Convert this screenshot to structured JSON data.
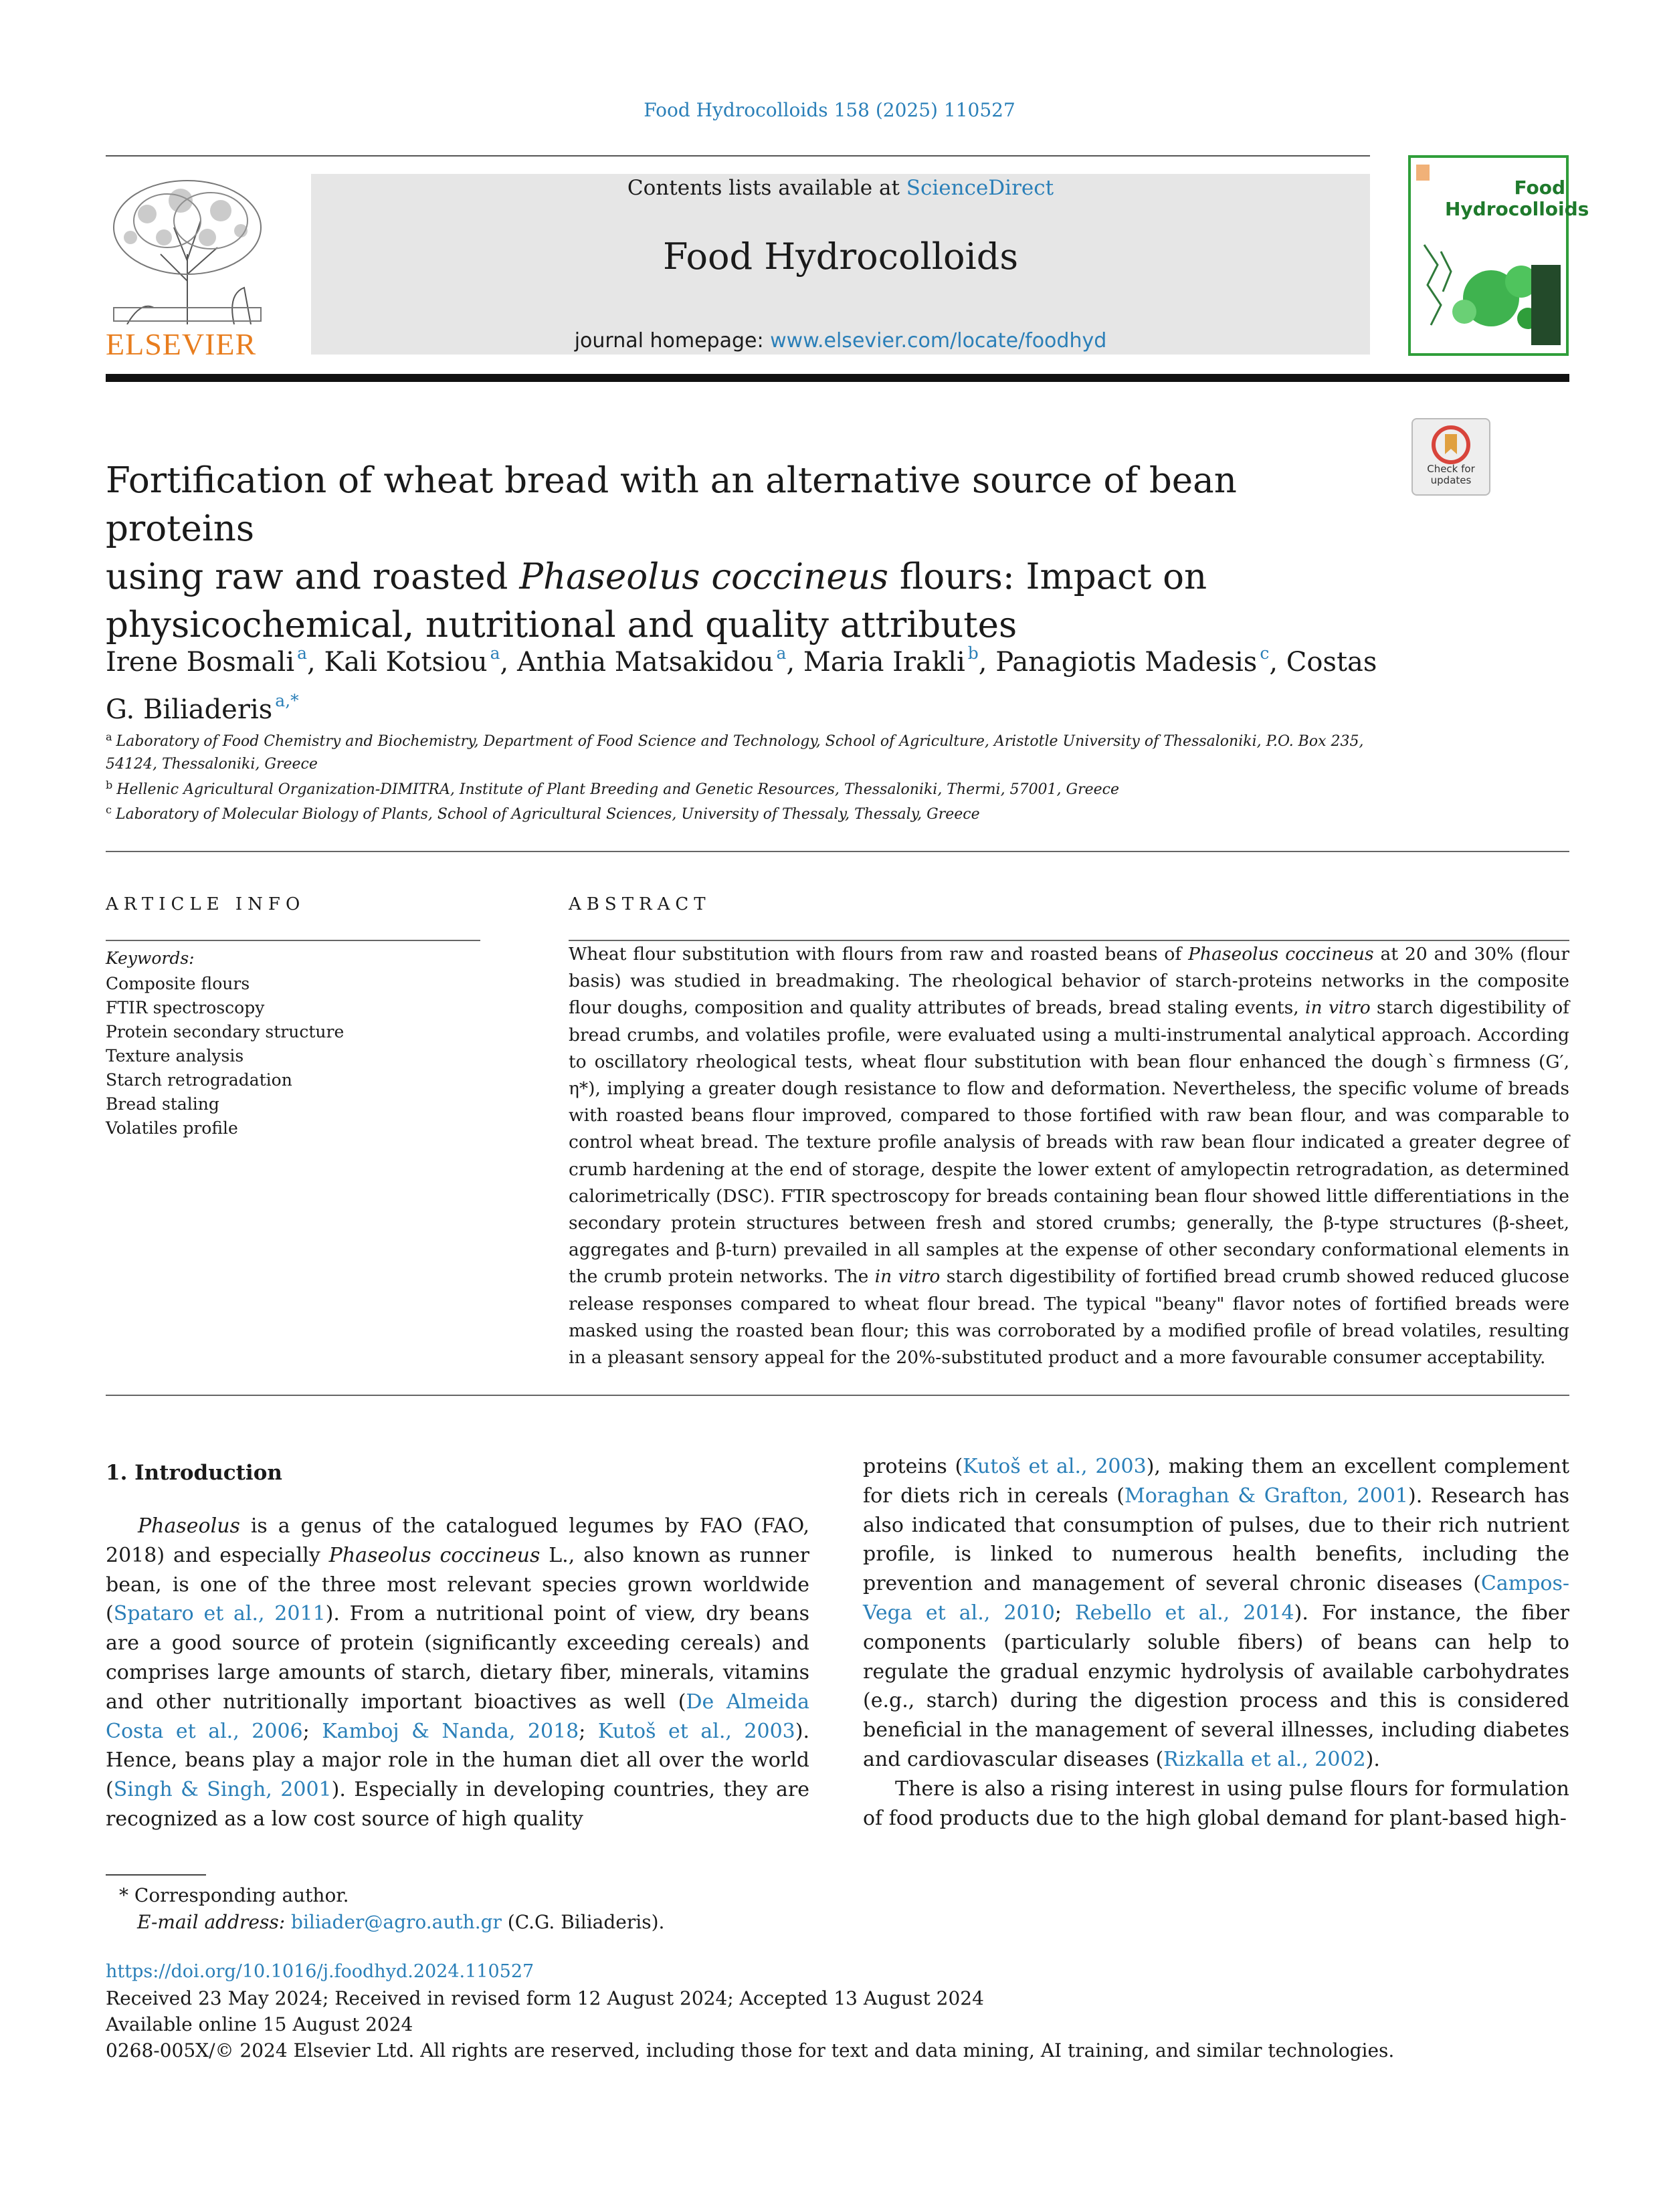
{
  "header": {
    "citation": "Food Hydrocolloids 158 (2025) 110527",
    "contents_prefix": "Contents lists available at ",
    "sciencedirect": "ScienceDirect",
    "journal_name": "Food Hydrocolloids",
    "homepage_prefix": "journal homepage: ",
    "homepage_url": "www.elsevier.com/locate/foodhyd",
    "publisher": "ELSEVIER",
    "cover_title_1": "Food",
    "cover_title_2": "Hydrocolloids",
    "check_updates_1": "Check for",
    "check_updates_2": "updates"
  },
  "article": {
    "title_1": "Fortification of wheat bread with an alternative source of bean proteins",
    "title_2a": "using raw and roasted ",
    "title_2b": "Phaseolus coccineus",
    "title_2c": " flours: Impact on",
    "title_3": "physicochemical, nutritional and quality attributes",
    "authors": [
      {
        "name": "Irene Bosmali",
        "aff": "a"
      },
      {
        "name": "Kali Kotsiou",
        "aff": "a"
      },
      {
        "name": "Anthia Matsakidou",
        "aff": "a"
      },
      {
        "name": "Maria Irakli",
        "aff": "b"
      },
      {
        "name": "Panagiotis Madesis",
        "aff": "c"
      },
      {
        "name": "Costas",
        "aff": ""
      },
      {
        "name": "G. Biliaderis",
        "aff": "a,*"
      }
    ],
    "affiliations": [
      {
        "mark": "a",
        "line1": "Laboratory of Food Chemistry and Biochemistry, Department of Food Science and Technology, School of Agriculture, Aristotle University of Thessaloniki, P.O. Box 235,",
        "line2": "54124, Thessaloniki, Greece"
      },
      {
        "mark": "b",
        "line1": "Hellenic Agricultural Organization-DIMITRA, Institute of Plant Breeding and Genetic Resources, Thessaloniki, Thermi, 57001, Greece"
      },
      {
        "mark": "c",
        "line1": "Laboratory of Molecular Biology of Plants, School of Agricultural Sciences, University of Thessaly, Thessaly, Greece"
      }
    ]
  },
  "article_info": {
    "heading": "ARTICLE INFO",
    "keywords_label": "Keywords:",
    "keywords": [
      "Composite flours",
      "FTIR spectroscopy",
      "Protein secondary structure",
      "Texture analysis",
      "Starch retrogradation",
      "Bread staling",
      "Volatiles profile"
    ]
  },
  "abstract": {
    "heading": "ABSTRACT",
    "s1": "Wheat flour substitution with flours from raw and roasted beans of ",
    "s1_it": "Phaseolus coccineus",
    "s2": " at 20 and 30% (flour basis) was studied in breadmaking. The rheological behavior of starch-proteins networks in the composite flour doughs, composition and quality attributes of breads, bread staling events, ",
    "s2_it": "in vitro",
    "s3": " starch digestibility of bread crumbs, and volatiles profile, were evaluated using a multi-instrumental analytical approach. According to oscillatory rheological tests, wheat flour substitution with bean flour enhanced the dough`s firmness (G′, η*), implying a greater dough resistance to flow and deformation. Nevertheless, the specific volume of breads with roasted beans flour improved, compared to those fortified with raw bean flour, and was comparable to control wheat bread. The texture profile analysis of breads with raw bean flour indicated a greater degree of crumb hardening at the end of storage, despite the lower extent of amylopectin retrogradation, as determined calori­metrically (DSC). FTIR spectroscopy for breads containing bean flour showed little differentiations in the sec­ondary protein structures between fresh and stored crumbs; generally, the β-type structures (β-sheet, aggregates and β-turn) prevailed in all samples at the expense of other secondary conformational elements in the crumb protein networks. The ",
    "s3_it": "in vitro",
    "s4": " starch digestibility of fortified bread crumb showed reduced glucose release re­sponses compared to wheat flour bread. The typical \"beany\" flavor notes of fortified breads were masked using the roasted bean flour; this was corroborated by a modified profile of bread volatiles, resulting in a pleasant sensory appeal for the 20%-substituted product and a more favourable consumer acceptability."
  },
  "introduction": {
    "heading": "1.  Introduction",
    "left": {
      "p1_it": "Phaseolus",
      "p1a": " is a genus of the catalogued legumes by FAO (FAO, 2018) and especially ",
      "p1_it2": "Phaseolus coccineus",
      "p1b": " L., also known as runner bean, is one of the three most relevant species grown worldwide (",
      "ref1": "Spataro et al., 2011",
      "p1c": "). From a nutritional point of view, dry beans are a good source of protein (significantly exceeding cereals) and comprises large amounts of starch, dietary fiber, minerals, vitamins and other nutritionally impor­tant bioactives as well (",
      "ref2": "De Almeida Costa et al., 2006",
      "sep1": "; ",
      "ref3": "Kamboj & Nanda, 2018",
      "sep2": "; ",
      "ref4": "Kutoš et al., 2003",
      "p1d": "). Hence, beans play a major role in the human diet all over the world (",
      "ref5": "Singh & Singh, 2001",
      "p1e": "). Especially in developing countries, they are recognized as a low cost source of high quality"
    },
    "right": {
      "r1a": "proteins (",
      "ref6": "Kutoš et al., 2003",
      "r1b": "), making them an excellent complement for diets rich in cereals (",
      "ref7": "Moraghan & Grafton, 2001",
      "r1c": "). Research has also indicated that consumption of pulses, due to their rich nutrient profile, is linked to numerous health benefits, including the prevention and man­agement of several chronic diseases (",
      "ref8": "Campos-Vega et al., 2010",
      "sep3": "; ",
      "ref9": "Rebello et al., 2014",
      "r1d": "). For instance, the fiber components (particularly soluble fibers) of beans can help to regulate the gradual enzymic hydrolysis of available carbohydrates (e.g., starch) during the digestion process and this is considered beneficial in the management of several illnesses, including diabetes and cardiovascular diseases (",
      "ref10": "Rizkalla et al., 2002",
      "r1e": ").",
      "p2": "There is also a rising interest in using pulse flours for formulation of food products due to the high global demand for plant-based high-"
    }
  },
  "footnotes": {
    "corresponding": "*  Corresponding author.",
    "email_label": "E-mail address: ",
    "email": "biliader@agro.auth.gr",
    "email_suffix": " (C.G. Biliaderis).",
    "doi": "https://doi.org/10.1016/j.foodhyd.2024.110527",
    "received": "Received 23 May 2024; Received in revised form 12 August 2024; Accepted 13 August 2024",
    "available": "Available online 15 August 2024",
    "copyright": "0268-005X/© 2024 Elsevier Ltd. All rights are reserved, including those for text and data mining, AI training, and similar technologies."
  },
  "colors": {
    "link": "#2a7fb8",
    "elsevier_orange": "#e87d1e",
    "cover_green": "#2f9e3a",
    "header_gray": "#e6e6e6"
  }
}
